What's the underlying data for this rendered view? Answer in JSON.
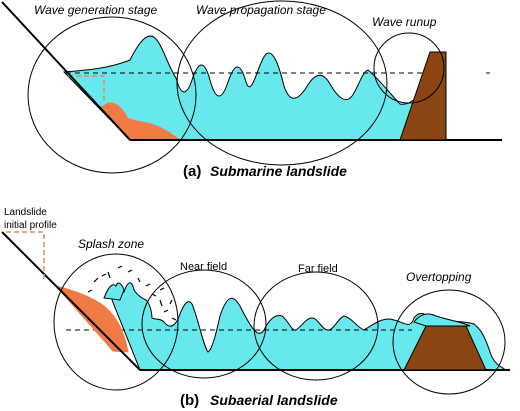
{
  "panel_a": {
    "stage_labels": {
      "generation": "Wave generation stage",
      "propagation": "Wave propagation stage",
      "runup": "Wave runup"
    },
    "caption_tag": "(a)",
    "caption_text": "Submarine landslide"
  },
  "panel_b": {
    "initial_profile_line1": "Landslide",
    "initial_profile_line2": "initial profile",
    "stage_labels": {
      "splash": "Splash zone",
      "near": "Near field",
      "far": "Far field",
      "overtopping": "Overtopping"
    },
    "caption_tag": "(b)",
    "caption_text": "Subaerial landslide"
  },
  "colors": {
    "water": "#66e8ec",
    "slide": "#f07b45",
    "dam": "#8b4513",
    "initial_profile": "#d2925f",
    "outline": "#000000"
  }
}
